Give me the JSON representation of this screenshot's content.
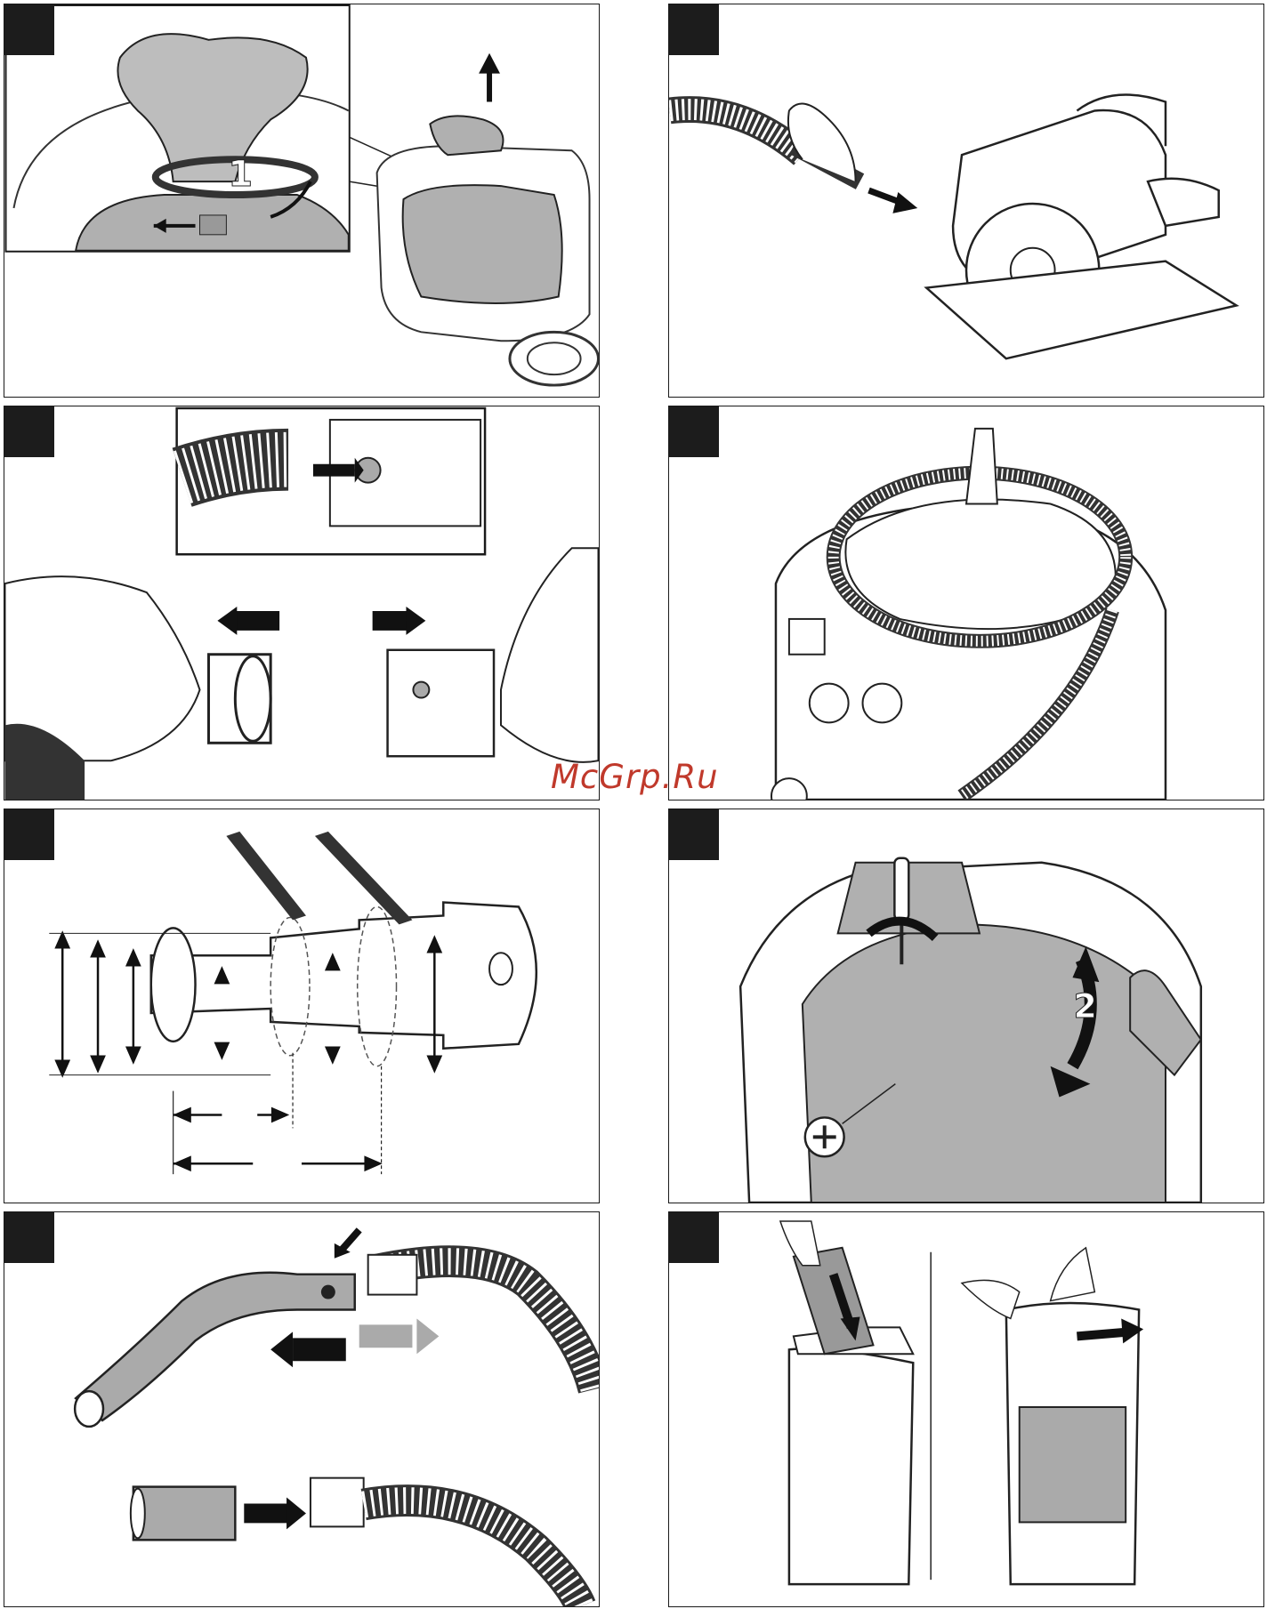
{
  "watermark": "McGrp.Ru",
  "figures": [
    {
      "id": "fig-bag-tie",
      "step_label": "1"
    },
    {
      "id": "fig-hose-to-saw"
    },
    {
      "id": "fig-adapter-insert"
    },
    {
      "id": "fig-hose-storage"
    },
    {
      "id": "fig-cutting-adapter"
    },
    {
      "id": "fig-screw-lid",
      "step_label": "2"
    },
    {
      "id": "fig-handle-hose"
    },
    {
      "id": "fig-filter-bag"
    }
  ],
  "colors": {
    "frame": "#1a1a1a",
    "fill": "#b0b0b0",
    "accent_watermark": "#c0392b"
  },
  "icons": [
    "arrow-icon",
    "hand-icon",
    "vacuum-icon",
    "saw-icon",
    "hose-icon",
    "screwdriver-icon",
    "filter-icon",
    "bag-icon"
  ]
}
